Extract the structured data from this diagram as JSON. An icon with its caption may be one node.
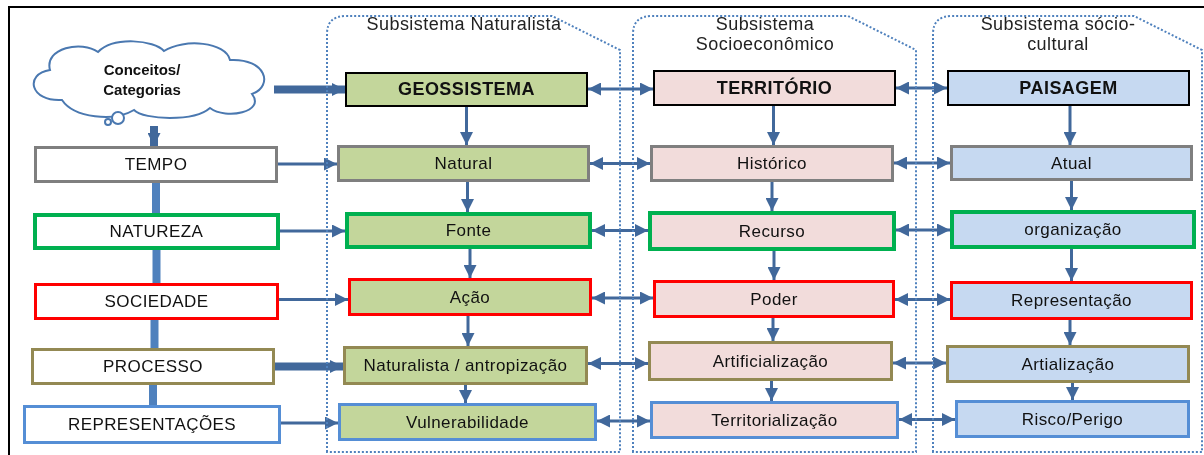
{
  "diagram": {
    "nodes": [
      {
        "text": [
          "Conceitos/ Categorias"
        ]
      },
      {
        "text": [
          "TEMPO"
        ]
      },
      {
        "text": [
          "NATUREZA"
        ]
      },
      {
        "text": [
          "SOCIEDADE"
        ]
      },
      {
        "text": [
          "PROCESSO"
        ]
      },
      {
        "text": [
          "REPRESENTAÇÕES"
        ]
      },
      {
        "text": [
          "Subsistema Naturalista"
        ]
      },
      {
        "text": [
          "GEOSSISTEMA"
        ],
        "in": 6
      },
      {
        "text": [
          "Natural"
        ],
        "in": 6
      },
      {
        "text": [
          "Fonte"
        ],
        "in": 6
      },
      {
        "text": [
          "Ação"
        ],
        "in": 6
      },
      {
        "text": [
          "Naturalista / antropização"
        ],
        "in": 6
      },
      {
        "text": [
          "Vulnerabilidade"
        ],
        "in": 6
      },
      {
        "text": [
          "Subsistema Socioeconômico"
        ]
      },
      {
        "text": [
          "TERRITÓRIO"
        ],
        "in": 13
      },
      {
        "text": [
          "Histórico"
        ],
        "in": 13
      },
      {
        "text": [
          "Recurso"
        ],
        "in": 13
      },
      {
        "text": [
          "Poder"
        ],
        "in": 13
      },
      {
        "text": [
          "Artificialização"
        ],
        "in": 13
      },
      {
        "text": [
          "Territorialização"
        ],
        "in": 13
      },
      {
        "text": [
          "Subsistema sócio-cultural"
        ]
      },
      {
        "text": [
          "PAISAGEM"
        ],
        "in": 20
      },
      {
        "text": [
          "Atual"
        ],
        "in": 20
      },
      {
        "text": [
          "organização"
        ],
        "in": 20
      },
      {
        "text": [
          "Representação"
        ],
        "in": 20
      },
      {
        "text": [
          "Artialização"
        ],
        "in": 20
      },
      {
        "text": [
          "Risco/Perigo"
        ],
        "in": 20
      }
    ],
    "edges": [
      {
        "from": 0,
        "to": 1,
        "arrow": "to",
        "style": "thick"
      },
      {
        "from": 0,
        "to": 7,
        "arrow": "to",
        "style": "thick"
      },
      {
        "from": 1,
        "to": 2,
        "arrow": "none",
        "style": "thick",
        "color": "#4f81bd"
      },
      {
        "from": 2,
        "to": 3,
        "arrow": "none",
        "style": "thick",
        "color": "#4f81bd"
      },
      {
        "from": 3,
        "to": 4,
        "arrow": "none",
        "style": "thick",
        "color": "#4f81bd"
      },
      {
        "from": 4,
        "to": 5,
        "arrow": "none",
        "style": "thick",
        "color": "#4f81bd"
      },
      {
        "from": 1,
        "to": 8,
        "arrow": "to"
      },
      {
        "from": 2,
        "to": 9,
        "arrow": "to"
      },
      {
        "from": 3,
        "to": 10,
        "arrow": "to"
      },
      {
        "from": 4,
        "to": 11,
        "arrow": "to",
        "style": "thick"
      },
      {
        "from": 5,
        "to": 12,
        "arrow": "to"
      },
      {
        "from": 7,
        "to": 8,
        "arrow": "to"
      },
      {
        "from": 8,
        "to": 9,
        "arrow": "to"
      },
      {
        "from": 9,
        "to": 10,
        "arrow": "to"
      },
      {
        "from": 10,
        "to": 11,
        "arrow": "to"
      },
      {
        "from": 11,
        "to": 12,
        "arrow": "to"
      },
      {
        "from": 14,
        "to": 15,
        "arrow": "to"
      },
      {
        "from": 15,
        "to": 16,
        "arrow": "to"
      },
      {
        "from": 16,
        "to": 17,
        "arrow": "to"
      },
      {
        "from": 17,
        "to": 18,
        "arrow": "to"
      },
      {
        "from": 18,
        "to": 19,
        "arrow": "to"
      },
      {
        "from": 21,
        "to": 22,
        "arrow": "to"
      },
      {
        "from": 22,
        "to": 23,
        "arrow": "to"
      },
      {
        "from": 23,
        "to": 24,
        "arrow": "to"
      },
      {
        "from": 24,
        "to": 25,
        "arrow": "to"
      },
      {
        "from": 25,
        "to": 26,
        "arrow": "to"
      },
      {
        "from": 7,
        "to": 14,
        "arrow": "both"
      },
      {
        "from": 8,
        "to": 15,
        "arrow": "both"
      },
      {
        "from": 9,
        "to": 16,
        "arrow": "both"
      },
      {
        "from": 10,
        "to": 17,
        "arrow": "both"
      },
      {
        "from": 11,
        "to": 18,
        "arrow": "both"
      },
      {
        "from": 12,
        "to": 19,
        "arrow": "both"
      },
      {
        "from": 14,
        "to": 21,
        "arrow": "both"
      },
      {
        "from": 15,
        "to": 22,
        "arrow": "both"
      },
      {
        "from": 16,
        "to": 23,
        "arrow": "both"
      },
      {
        "from": 17,
        "to": 24,
        "arrow": "both"
      },
      {
        "from": 18,
        "to": 25,
        "arrow": "both"
      },
      {
        "from": 19,
        "to": 26,
        "arrow": "both"
      }
    ]
  }
}
